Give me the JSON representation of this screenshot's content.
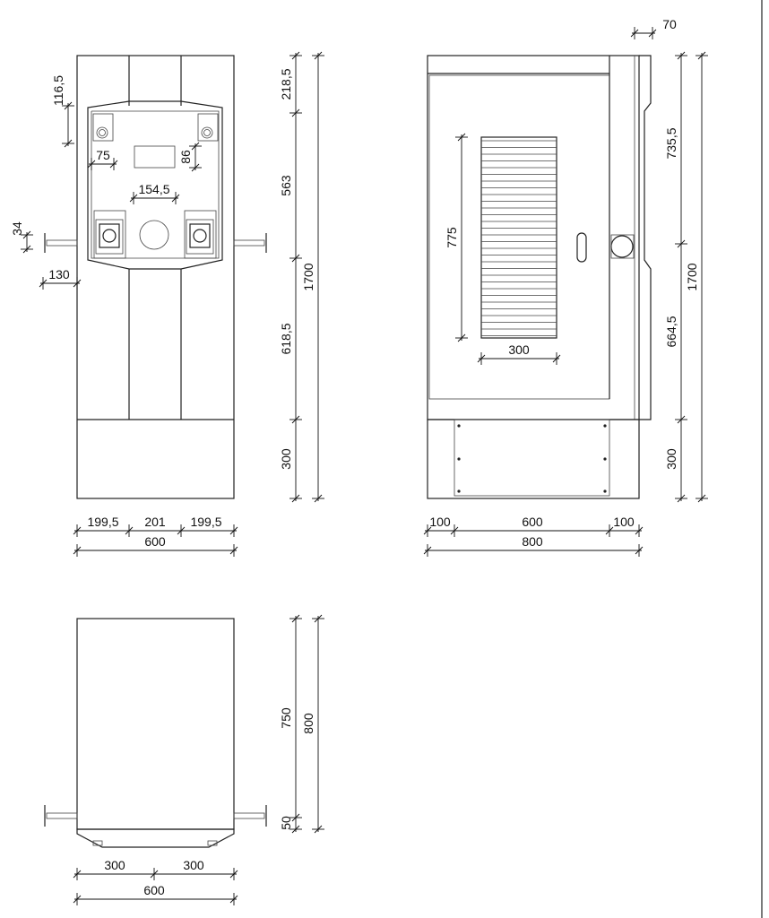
{
  "front_view": {
    "dims": {
      "top_offset": "116,5",
      "bracket_width": "75",
      "display_height": "86",
      "center_spacing": "154,5",
      "pole_height": "34",
      "pole_length": "130",
      "h_top": "218,5",
      "h_panel": "563",
      "h_lower": "618,5",
      "h_base": "300",
      "h_total": "1700",
      "w_left": "199,5",
      "w_center": "201",
      "w_right": "199,5",
      "w_total": "600"
    }
  },
  "side_view": {
    "dims": {
      "vent_height": "775",
      "vent_width": "300",
      "depth_ext": "70",
      "h_upper": "735,5",
      "h_lower": "664,5",
      "h_base": "300",
      "h_total": "1700",
      "w_left": "100",
      "w_center": "600",
      "w_right": "100",
      "w_total": "800"
    }
  },
  "top_view": {
    "dims": {
      "depth_main": "750",
      "depth_front": "50",
      "depth_total": "800",
      "w_left": "300",
      "w_right": "300",
      "w_total": "600"
    }
  }
}
